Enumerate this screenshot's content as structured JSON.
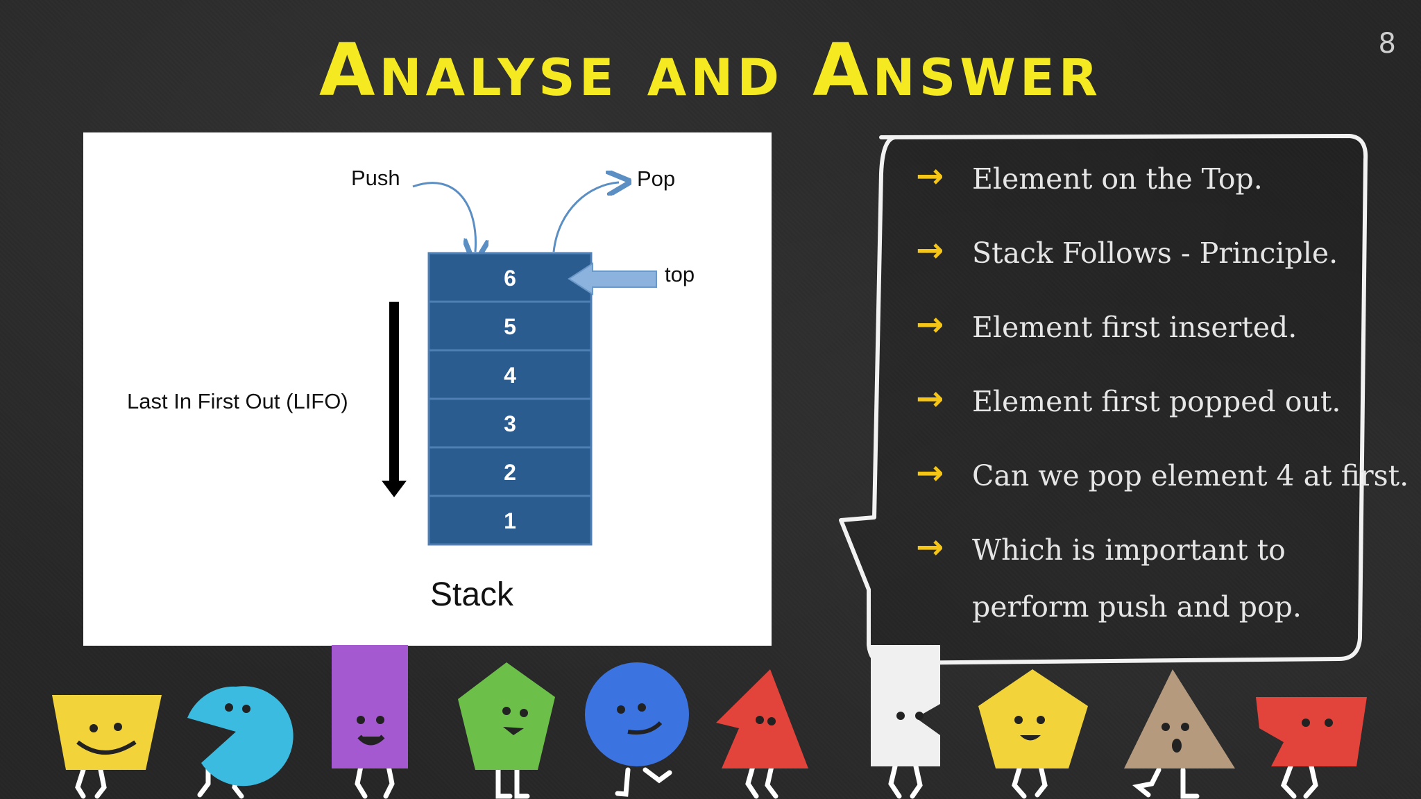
{
  "slide": {
    "title": "Analyse and Answer",
    "page_number": "8"
  },
  "diagram": {
    "push_label": "Push",
    "pop_label": "Pop",
    "top_label": "top",
    "lifo_label": "Last In First Out (LIFO)",
    "stack_caption": "Stack",
    "stack_items": [
      "6",
      "5",
      "4",
      "3",
      "2",
      "1"
    ],
    "colors": {
      "stack_fill": "#2b5c8f",
      "arrow": "#5b8ec2",
      "panel": "#ffffff"
    }
  },
  "bullets": [
    {
      "text": "Element on the Top."
    },
    {
      "text": "Stack Follows  - Principle."
    },
    {
      "text": "Element first inserted."
    },
    {
      "text": "Element first popped out."
    },
    {
      "text": "Can we pop element 4 at first."
    },
    {
      "text": "Which is important to",
      "text2": "perform push and pop."
    }
  ],
  "colors": {
    "title": "#f5ea22",
    "bullet_arrow": "#f5c518",
    "background": "#262626"
  },
  "characters": [
    "yellow-trapezoid",
    "cyan-pacman",
    "purple-rectangle",
    "green-pentagon",
    "blue-circle",
    "red-triangle",
    "white-rectangle",
    "yellow-pentagon",
    "brown-triangle",
    "red-trapezoid"
  ]
}
